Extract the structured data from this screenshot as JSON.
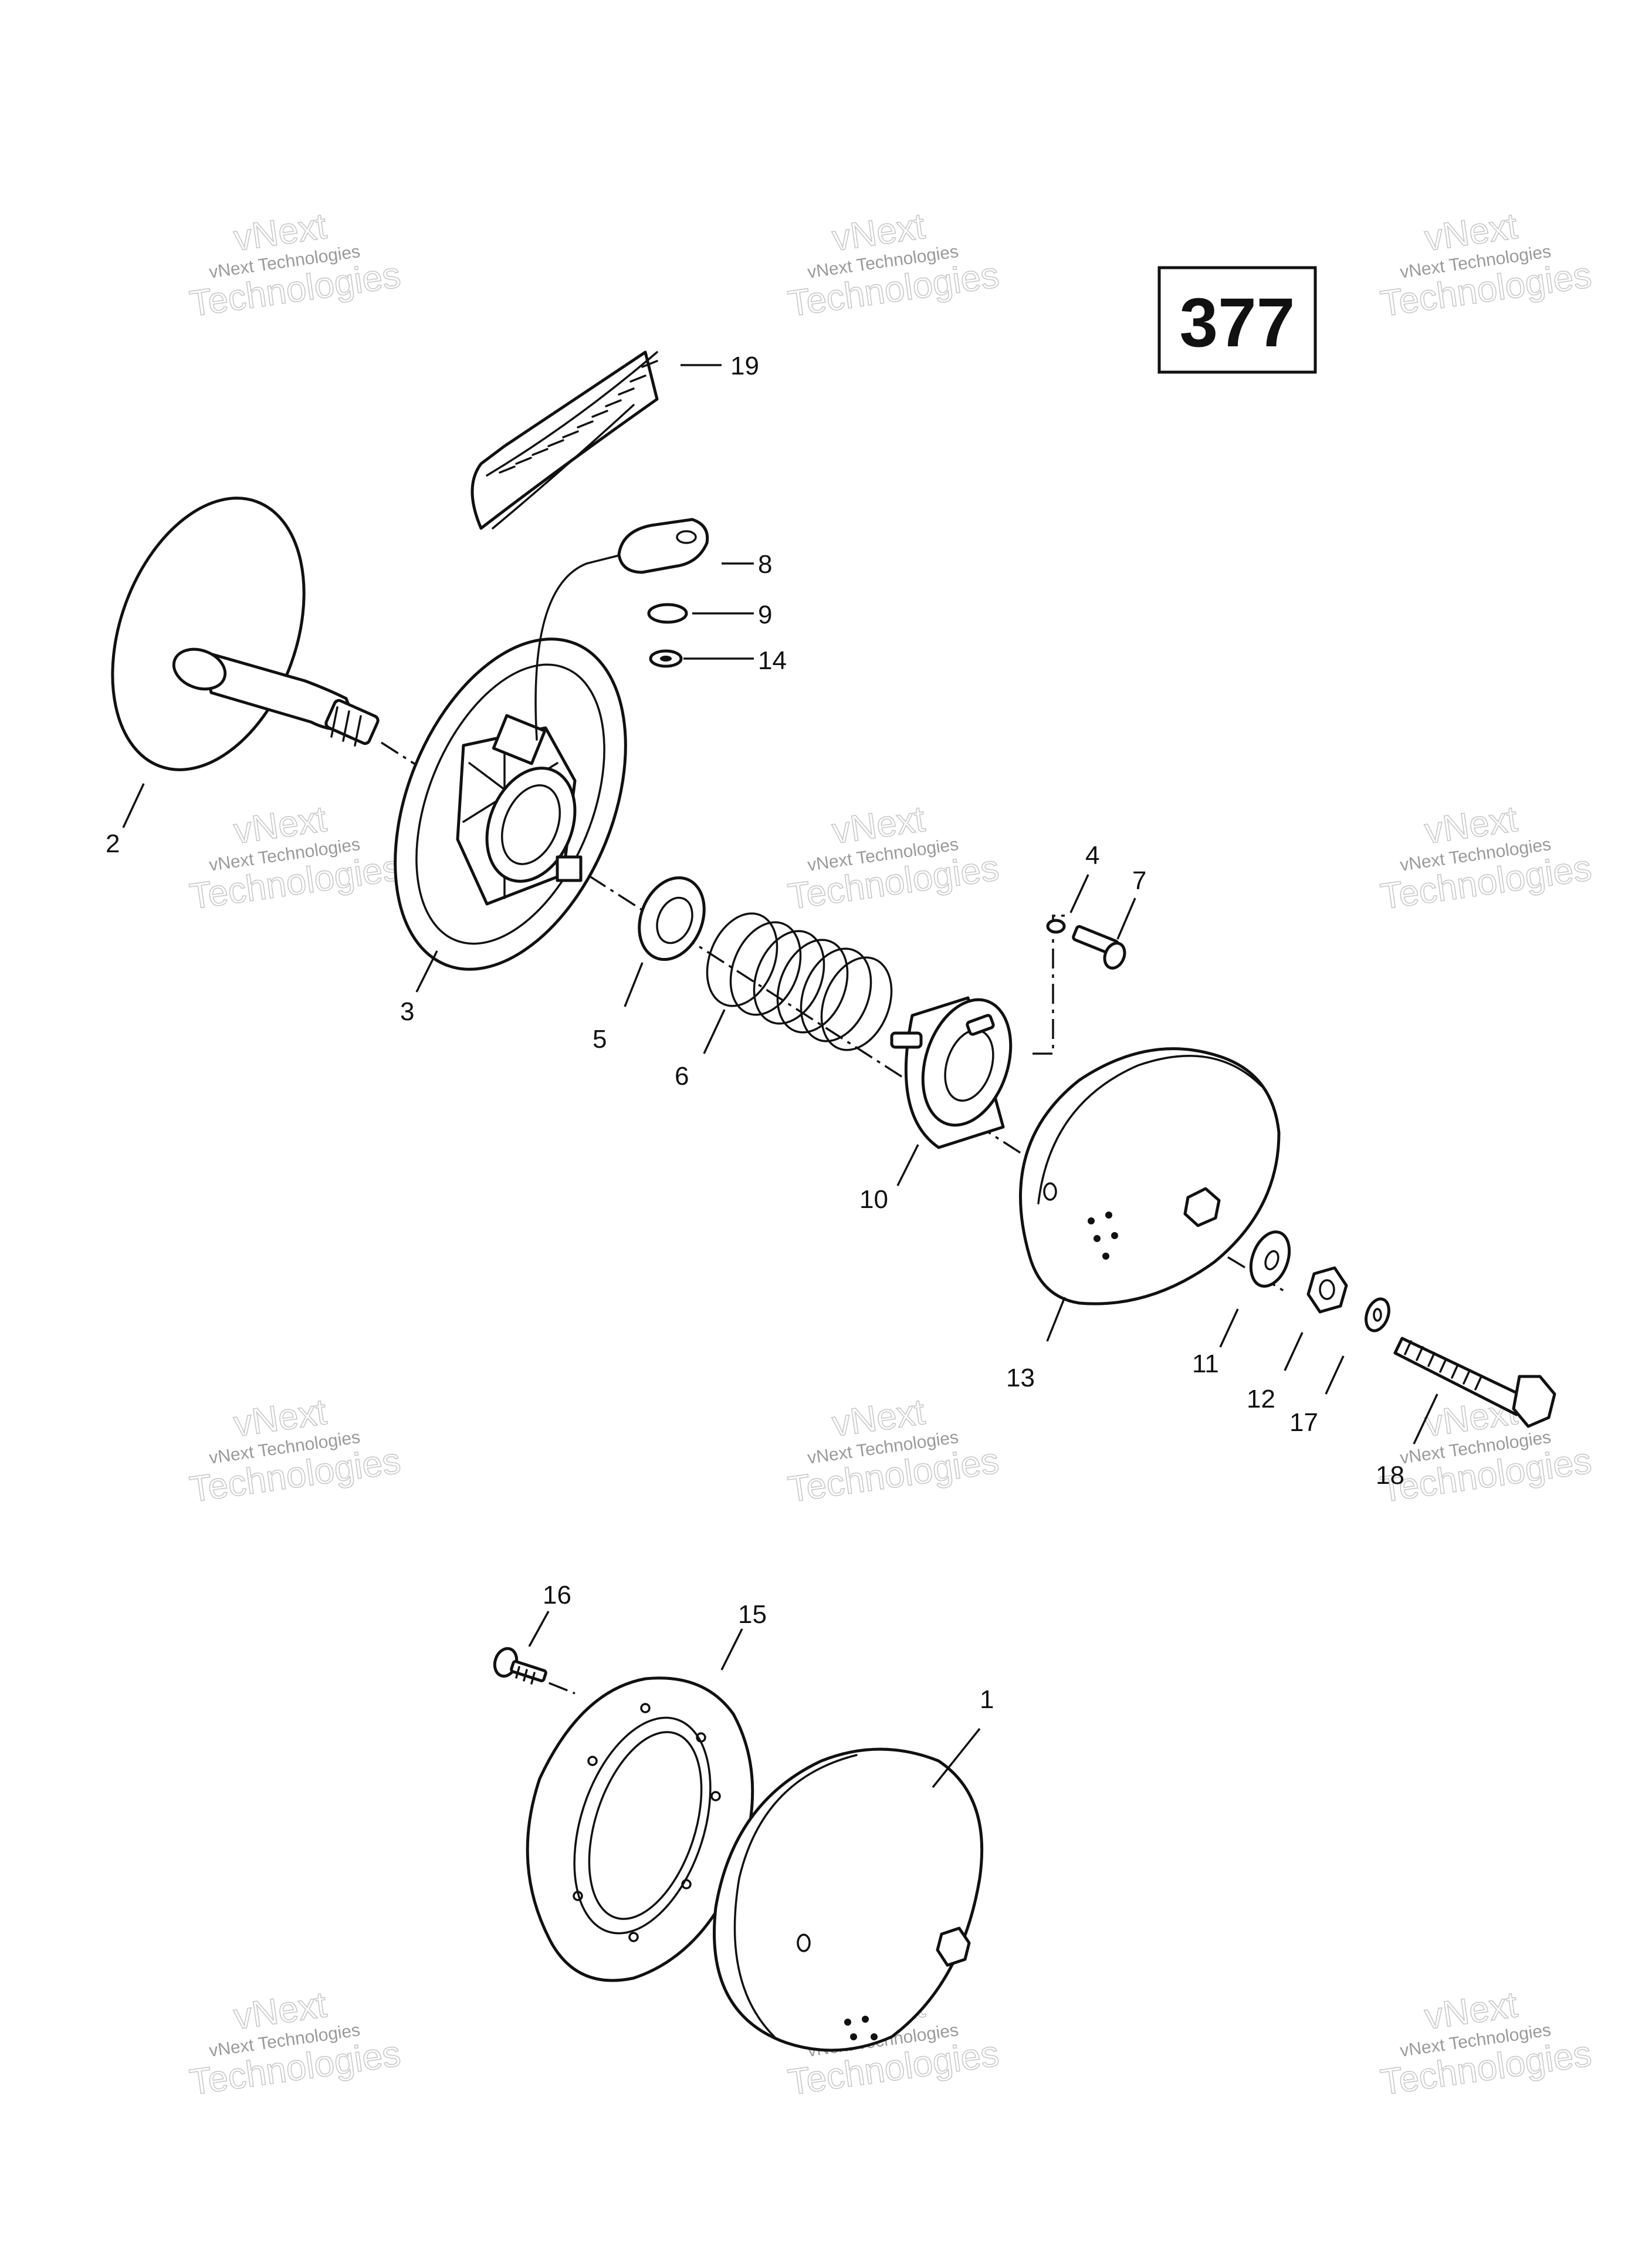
{
  "diagram_number": "377",
  "watermark": {
    "line1": "vNext",
    "line2": "vNext Technologies",
    "line3": "Technologies"
  },
  "callouts": {
    "c1": "1",
    "c2": "2",
    "c3": "3",
    "c4": "4",
    "c5": "5",
    "c6": "6",
    "c7": "7",
    "c8": "8",
    "c9": "9",
    "c10": "10",
    "c11": "11",
    "c12": "12",
    "c13": "13",
    "c14": "14",
    "c15": "15",
    "c16": "16",
    "c17": "17",
    "c18": "18",
    "c19": "19"
  }
}
